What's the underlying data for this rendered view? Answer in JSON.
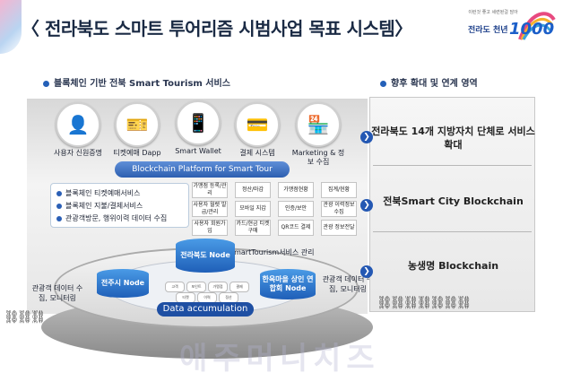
{
  "header": {
    "title": "〈 전라북도 스마트 투어리즘 시범사업 목표 시스템〉",
    "logo_caption": "이런것 좋고 세련된걸 담아",
    "logo_name": "전라도 천년",
    "logo_number": "1000"
  },
  "sections": {
    "left_heading": "블록체인 기반 전북 Smart Tourism 서비스",
    "right_heading": "향후 확대 및 연계 영역"
  },
  "services": [
    {
      "icon": "user-id-icon",
      "glyph": "👤",
      "label": "사용자 신원증명"
    },
    {
      "icon": "ticket-icon",
      "glyph": "🎫",
      "label": "티켓예매 Dapp"
    },
    {
      "icon": "smart-wallet-icon",
      "glyph": "📱",
      "label": "Smart Wallet"
    },
    {
      "icon": "payment-icon",
      "glyph": "💳",
      "label": "결제 시스템"
    },
    {
      "icon": "shop-icon",
      "glyph": "🏪",
      "label": "Marketing & 정보 수집"
    }
  ],
  "platform_label": "Blockchain Platform for Smart Tour",
  "feature_list": [
    "블록체인 티켓예매서비스",
    "블록체인 지불/결제서비스",
    "관광객방문, 행위이력 데이터 수집"
  ],
  "function_grid": [
    "가맹점 등록/관리",
    "정산/마감",
    "가맹점현황",
    "집계/현황",
    "사용자 월렛 발급/관리",
    "모바일 지갑",
    "인증/보안",
    "관광 이력정보수집",
    "사용자 회원가입",
    "카드/현금 티켓구매",
    "QR코드 결제",
    "관광 정보전달"
  ],
  "nodes": {
    "center": "전라북도 Node",
    "left": "전주시 Node",
    "right": "한옥마을 상인 연합회 Node",
    "mgmt_label": "SmartTourism서비스 관리",
    "data_accumulation": "Data accumulation",
    "disks": [
      "고객",
      "포인트",
      "가맹점",
      "결제",
      "티켓",
      "이력",
      "정산"
    ]
  },
  "side_labels": {
    "left": "관광객 데이터 수집, 모니터링",
    "right": "관광객 데이터 수집, 모니터링"
  },
  "right_panel": [
    "전라북도 14개 지방자치 단체로 서비스 확대",
    "전북Smart City Blockchain",
    "농생명 Blockchain"
  ],
  "watermark": "애주머니치즈",
  "colors": {
    "accent": "#2460b8",
    "node_blue": "#1f5fb8",
    "panel_gray": "#e8e8e8"
  }
}
